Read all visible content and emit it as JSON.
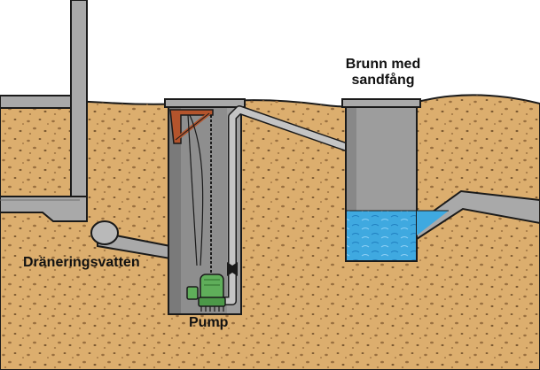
{
  "labels": {
    "well_line1": "Brunn med",
    "well_line2": "sandfång",
    "drainage_water": "Dräneringsvatten",
    "pump": "Pump"
  },
  "colors": {
    "soil": "#dcae6e",
    "soil_specks": "#9a7040",
    "concrete": "#a9a9a9",
    "concrete_dark": "#6f6f6f",
    "shaft_interior": "#8e8e8e",
    "water": "#3fa9e0",
    "pump": "#5fae5a",
    "bracket": "#b4542c",
    "outline": "#1a1a1a"
  },
  "icons": {
    "pump": "submersible-pump-icon",
    "valve": "check-valve-icon",
    "float_switch": "float-switch-icon"
  }
}
